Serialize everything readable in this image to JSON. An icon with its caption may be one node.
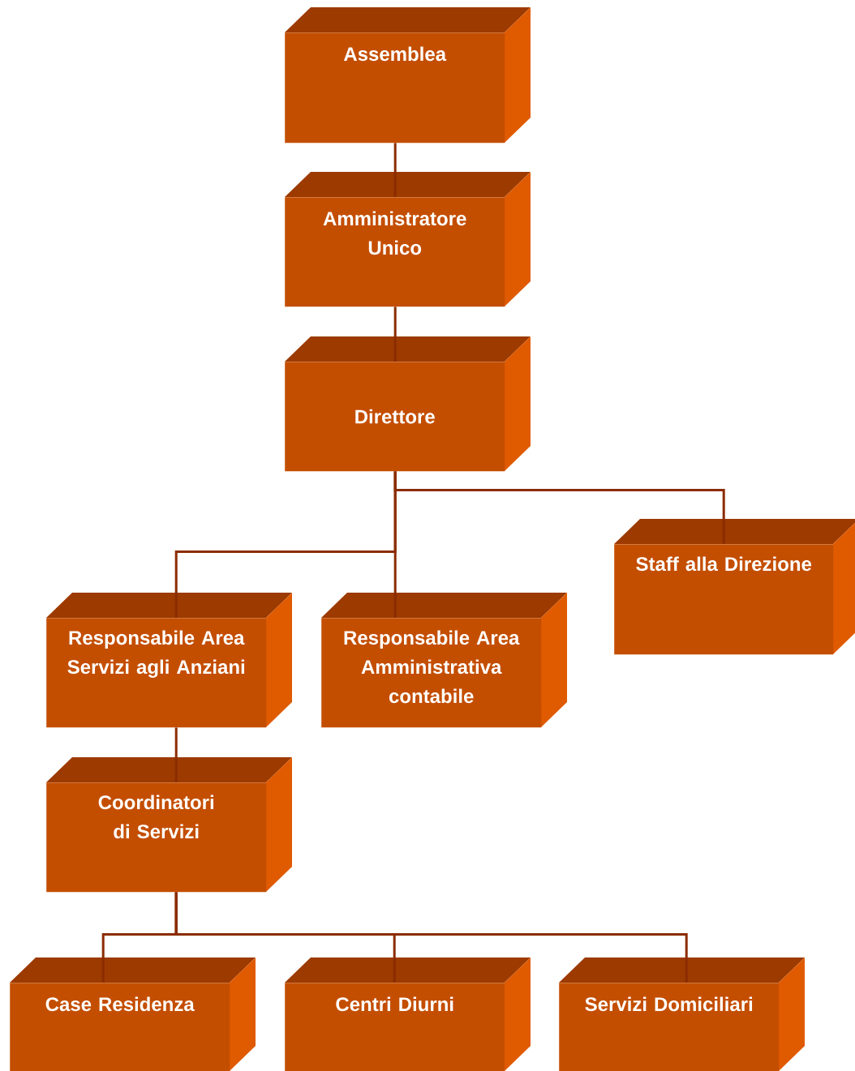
{
  "diagram": {
    "nodes": [
      {
        "text": [
          "Assemblea"
        ]
      },
      {
        "text": [
          "Amministratore Unico"
        ]
      },
      {
        "text": [
          "Direttore"
        ]
      },
      {
        "text": [
          "Staff alla Direzione"
        ]
      },
      {
        "text": [
          "Responsabile Area Servizi agli Anziani"
        ]
      },
      {
        "text": [
          "Responsabile Area Amministrativa contabile"
        ]
      },
      {
        "text": [
          "Coordinatori di Servizi"
        ]
      },
      {
        "text": [
          "Case Residenza"
        ]
      },
      {
        "text": [
          "Centri Diurni"
        ]
      },
      {
        "text": [
          "Servizi Domiciliari"
        ]
      }
    ],
    "edges": [
      {
        "from": 0,
        "to": 1,
        "arrow": "none"
      },
      {
        "from": 1,
        "to": 2,
        "arrow": "none"
      },
      {
        "from": 2,
        "to": 3,
        "arrow": "none"
      },
      {
        "from": 2,
        "to": 4,
        "arrow": "none"
      },
      {
        "from": 2,
        "to": 5,
        "arrow": "none"
      },
      {
        "from": 4,
        "to": 6,
        "arrow": "none"
      },
      {
        "from": 6,
        "to": 7,
        "arrow": "none"
      },
      {
        "from": 6,
        "to": 8,
        "arrow": "none"
      },
      {
        "from": 6,
        "to": 9,
        "arrow": "none"
      }
    ]
  }
}
